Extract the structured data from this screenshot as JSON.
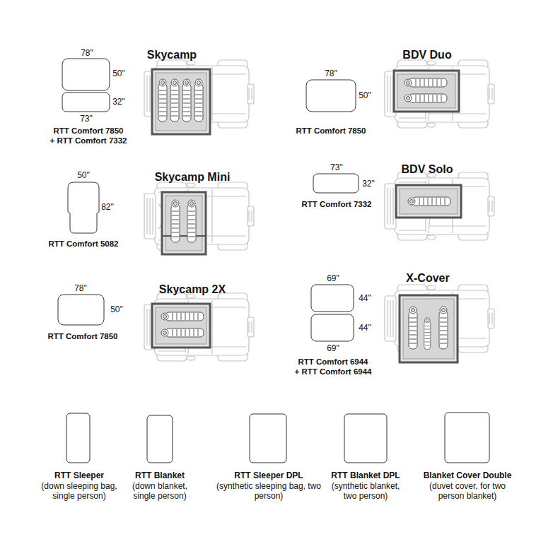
{
  "diagram": {
    "labels": [
      "78\"",
      "Skycamp",
      "50\"",
      "32\"",
      "73\"",
      "RTT Comfort 7850",
      "+ RTT Comfort 7332",
      "BDV Duo",
      "78\"",
      "50\"",
      "RTT Comfort 7850",
      "Skycamp Mini",
      "50\"",
      "82\"",
      "RTT Comfort 5082",
      "73\"",
      "BDV Solo",
      "32\"",
      "RTT Comfort 7332",
      "78\"",
      "Skycamp 2X",
      "50\"",
      "RTT Comfort 7850",
      "69\"",
      "X-Cover",
      "44\"",
      "44\"",
      "69\"",
      "RTT Comfort 6944",
      "+ RTT Comfort 6944",
      "RTT Sleeper",
      "(down sleeping bag, single person)",
      "RTT Blanket",
      "(down blanket, single person)",
      "RTT Sleeper DPL",
      "(synthetic sleeping bag, two person)",
      "RTT Blanket DPL",
      "(synthetic blanket, two person)",
      "Blanket Cover Double",
      "(duvet cover, for two person blanket)"
    ]
  }
}
